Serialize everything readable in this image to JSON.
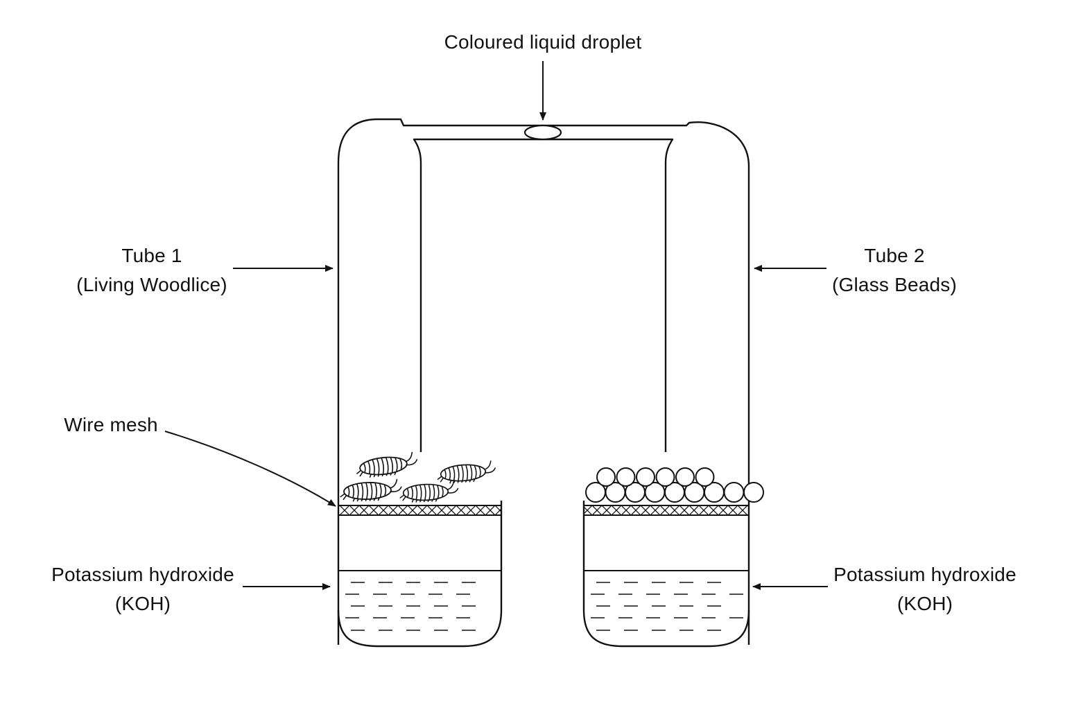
{
  "labels": {
    "droplet": "Coloured liquid droplet",
    "tube1": {
      "title": "Tube 1",
      "contents": "(Living Woodlice)"
    },
    "tube2": {
      "title": "Tube 2",
      "contents": "(Glass Beads)"
    },
    "mesh": "Wire mesh",
    "koh_left": {
      "name": "Potassium hydroxide",
      "formula": "(KOH)"
    },
    "koh_right": {
      "name": "Potassium hydroxide",
      "formula": "(KOH)"
    }
  },
  "colors": {
    "line": "#111111",
    "background": "#ffffff"
  },
  "counts": {
    "woodlice": 4,
    "glass_beads": 15
  }
}
